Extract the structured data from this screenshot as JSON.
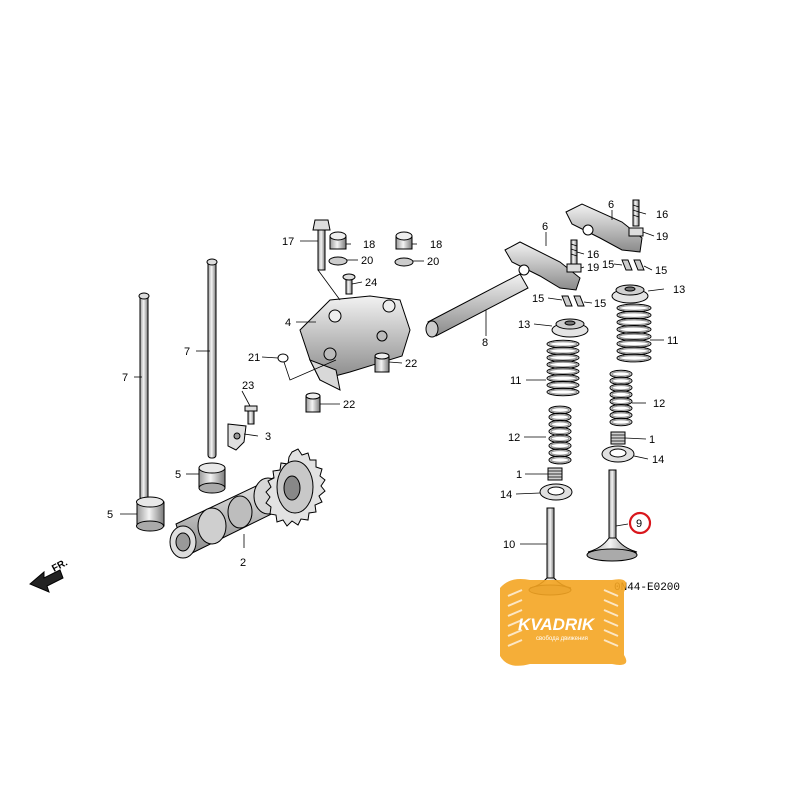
{
  "diagram": {
    "diagram_code": "0N44-E0200",
    "front_marker": "FR.",
    "highlight_color": "#d9161c",
    "watermark": {
      "brand": "KVADRIK",
      "tagline": "свобода движения",
      "color": "#f5a623"
    },
    "callouts": [
      {
        "label": "1"
      },
      {
        "label": "1"
      },
      {
        "label": "2"
      },
      {
        "label": "3"
      },
      {
        "label": "4"
      },
      {
        "label": "5"
      },
      {
        "label": "5"
      },
      {
        "label": "6"
      },
      {
        "label": "6"
      },
      {
        "label": "7"
      },
      {
        "label": "7"
      },
      {
        "label": "8"
      },
      {
        "label": "9"
      },
      {
        "label": "10"
      },
      {
        "label": "11"
      },
      {
        "label": "11"
      },
      {
        "label": "12"
      },
      {
        "label": "12"
      },
      {
        "label": "13"
      },
      {
        "label": "13"
      },
      {
        "label": "14"
      },
      {
        "label": "14"
      },
      {
        "label": "15"
      },
      {
        "label": "15"
      },
      {
        "label": "15"
      },
      {
        "label": "15"
      },
      {
        "label": "16"
      },
      {
        "label": "16"
      },
      {
        "label": "17"
      },
      {
        "label": "18"
      },
      {
        "label": "18"
      },
      {
        "label": "19"
      },
      {
        "label": "19"
      },
      {
        "label": "20"
      },
      {
        "label": "20"
      },
      {
        "label": "21"
      },
      {
        "label": "22"
      },
      {
        "label": "22"
      },
      {
        "label": "23"
      },
      {
        "label": "24"
      }
    ]
  }
}
